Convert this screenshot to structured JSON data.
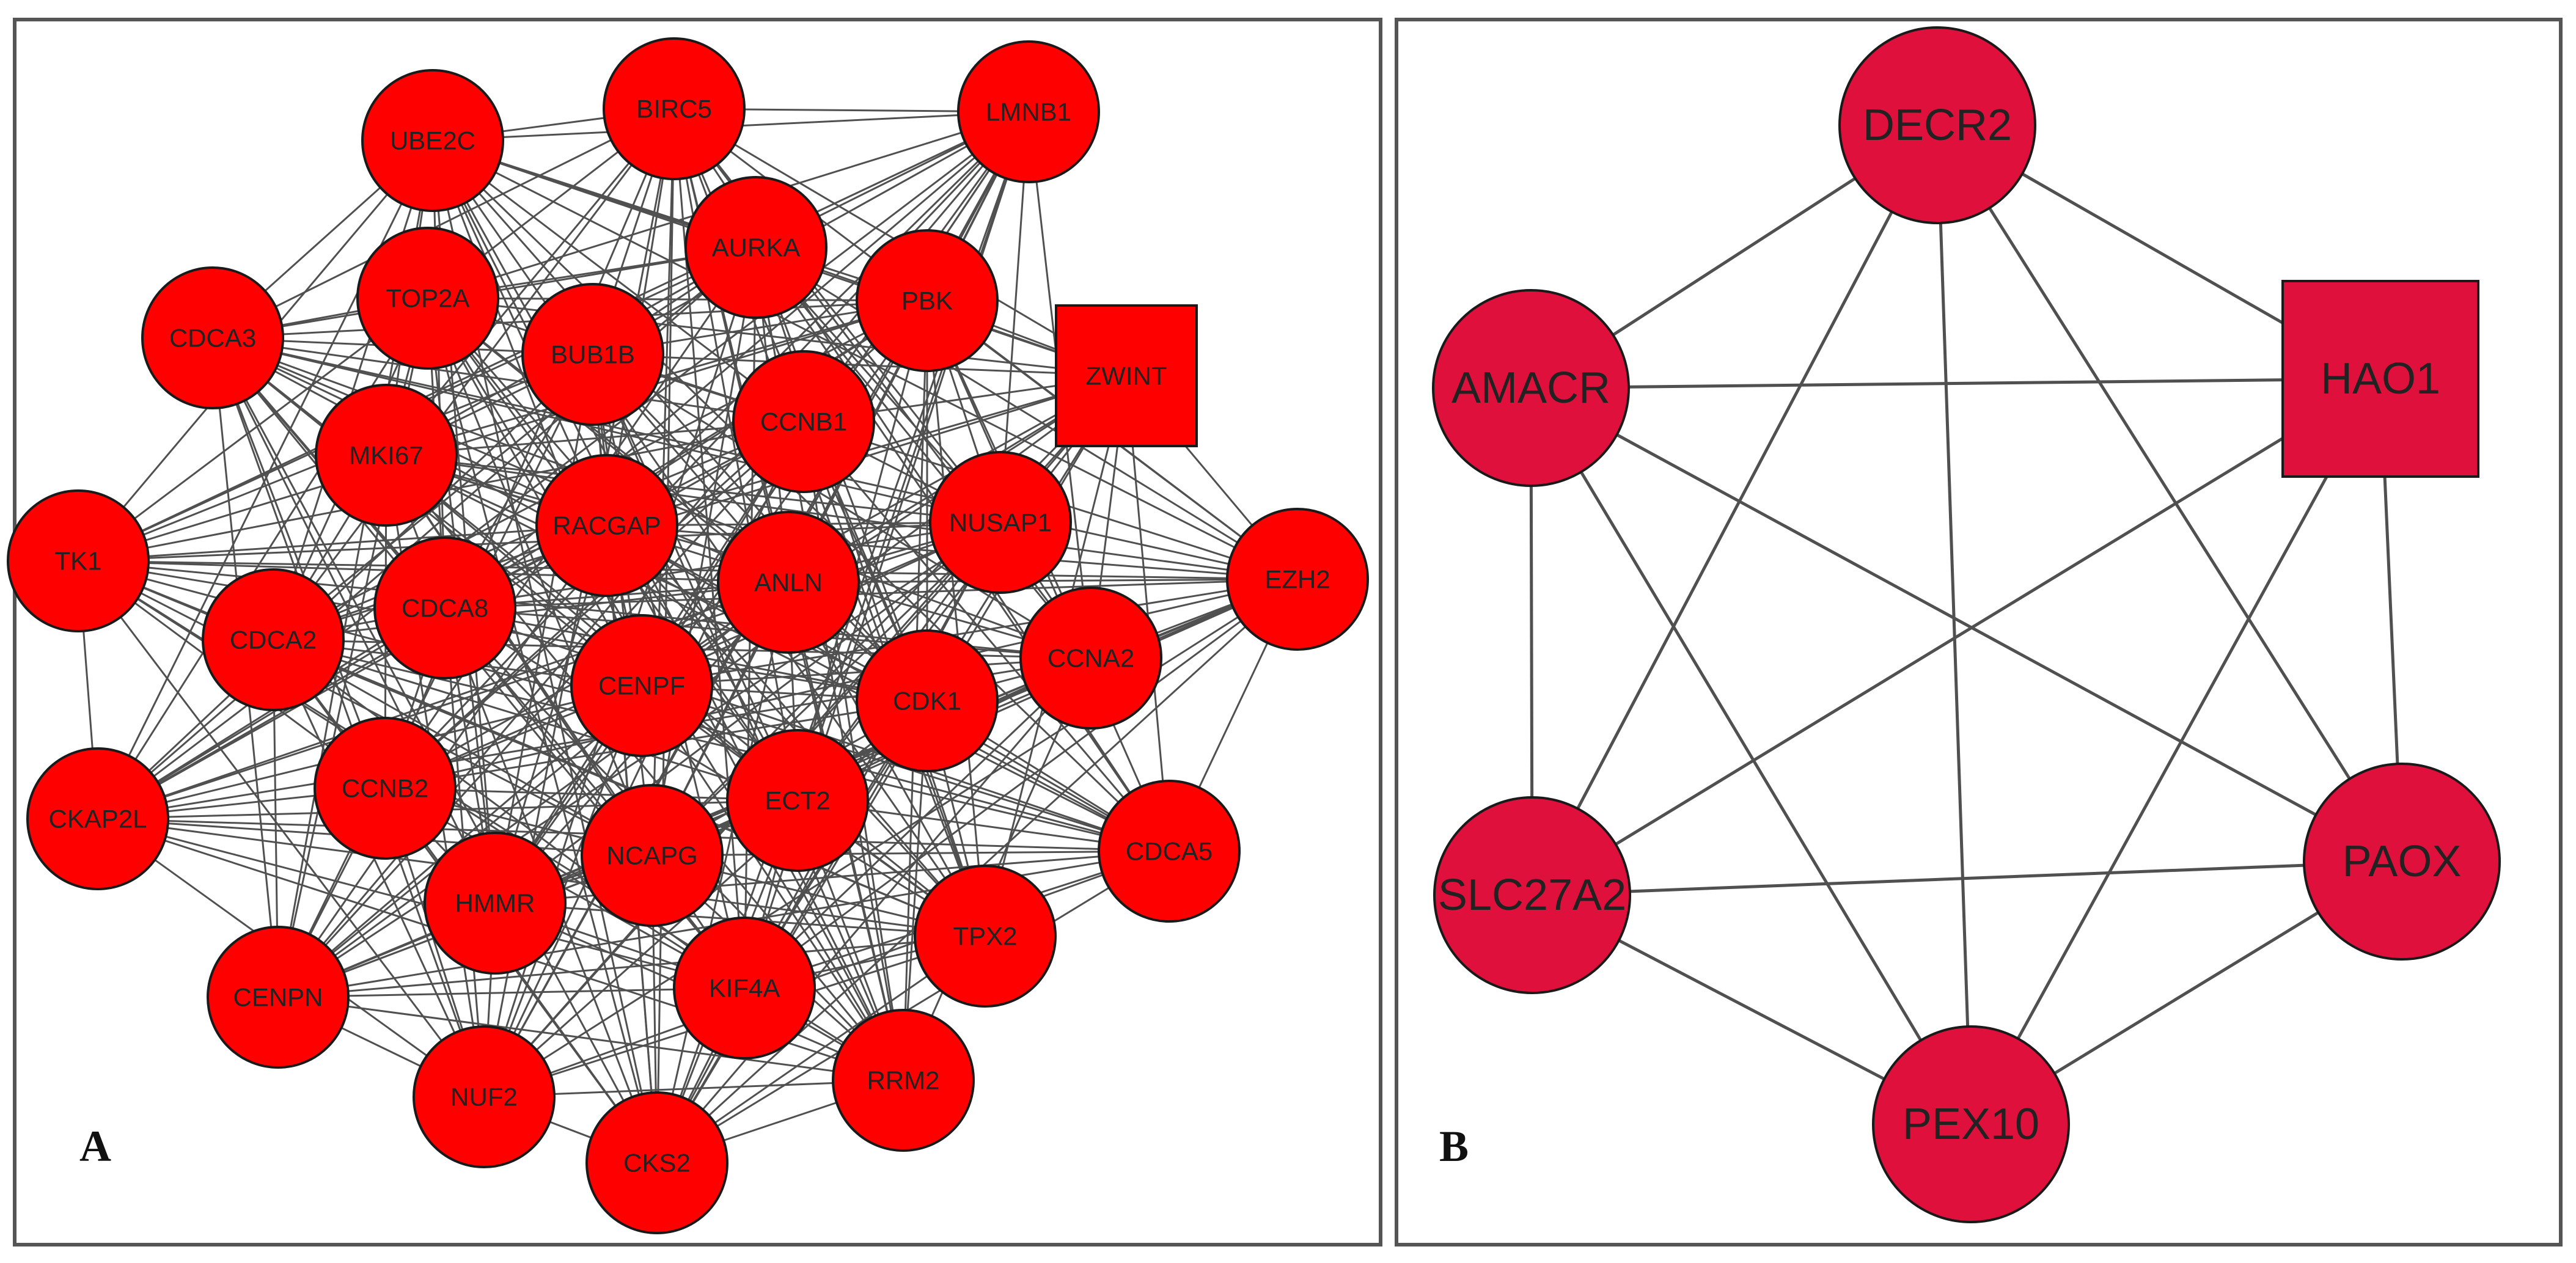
{
  "colors": {
    "panel_a_node": "#ff0000",
    "panel_b_node": "#e0103c",
    "edge": "#505050",
    "node_stroke": "#1a1a1a",
    "panel_border": "#555555",
    "label": "#222222"
  },
  "panels": [
    {
      "letter": "A",
      "nodes": [
        {
          "id": "BIRC5",
          "label": "BIRC5",
          "shape": "circle"
        },
        {
          "id": "LMNB1",
          "label": "LMNB1",
          "shape": "circle"
        },
        {
          "id": "UBE2C",
          "label": "UBE2C",
          "shape": "circle"
        },
        {
          "id": "AURKA",
          "label": "AURKA",
          "shape": "circle"
        },
        {
          "id": "CDCA3",
          "label": "CDCA3",
          "shape": "circle"
        },
        {
          "id": "TOP2A",
          "label": "TOP2A",
          "shape": "circle"
        },
        {
          "id": "PBK",
          "label": "PBK",
          "shape": "circle"
        },
        {
          "id": "ZWINT",
          "label": "ZWINT",
          "shape": "square"
        },
        {
          "id": "BUB1B",
          "label": "BUB1B",
          "shape": "circle"
        },
        {
          "id": "CCNB1",
          "label": "CCNB1",
          "shape": "circle"
        },
        {
          "id": "MKI67",
          "label": "MKI67",
          "shape": "circle"
        },
        {
          "id": "NUSAP1",
          "label": "NUSAP1",
          "shape": "circle"
        },
        {
          "id": "RACGAP",
          "label": "RACGAP",
          "shape": "circle"
        },
        {
          "id": "TK1",
          "label": "TK1",
          "shape": "circle"
        },
        {
          "id": "EZH2",
          "label": "EZH2",
          "shape": "circle"
        },
        {
          "id": "ANLN",
          "label": "ANLN",
          "shape": "circle"
        },
        {
          "id": "CDCA8",
          "label": "CDCA8",
          "shape": "circle"
        },
        {
          "id": "CDCA2",
          "label": "CDCA2",
          "shape": "circle"
        },
        {
          "id": "CCNA2",
          "label": "CCNA2",
          "shape": "circle"
        },
        {
          "id": "CENPF",
          "label": "CENPF",
          "shape": "circle"
        },
        {
          "id": "CDK1",
          "label": "CDK1",
          "shape": "circle"
        },
        {
          "id": "CCNB2",
          "label": "CCNB2",
          "shape": "circle"
        },
        {
          "id": "ECT2",
          "label": "ECT2",
          "shape": "circle"
        },
        {
          "id": "CKAP2L",
          "label": "CKAP2L",
          "shape": "circle"
        },
        {
          "id": "CDCA5",
          "label": "CDCA5",
          "shape": "circle"
        },
        {
          "id": "NCAPG",
          "label": "NCAPG",
          "shape": "circle"
        },
        {
          "id": "HMMR",
          "label": "HMMR",
          "shape": "circle"
        },
        {
          "id": "TPX2",
          "label": "TPX2",
          "shape": "circle"
        },
        {
          "id": "KIF4A",
          "label": "KIF4A",
          "shape": "circle"
        },
        {
          "id": "CENPN",
          "label": "CENPN",
          "shape": "circle"
        },
        {
          "id": "RRM2",
          "label": "RRM2",
          "shape": "circle"
        },
        {
          "id": "NUF2",
          "label": "NUF2",
          "shape": "circle"
        },
        {
          "id": "CKS2",
          "label": "CKS2",
          "shape": "circle"
        }
      ]
    },
    {
      "letter": "B",
      "nodes": [
        {
          "id": "DECR2",
          "label": "DECR2",
          "shape": "circle"
        },
        {
          "id": "HAO1",
          "label": "HAO1",
          "shape": "square"
        },
        {
          "id": "AMACR",
          "label": "AMACR",
          "shape": "circle"
        },
        {
          "id": "SLC27A2",
          "label": "SLC27A2",
          "shape": "circle"
        },
        {
          "id": "PAOX",
          "label": "PAOX",
          "shape": "circle"
        },
        {
          "id": "PEX10",
          "label": "PEX10",
          "shape": "circle"
        }
      ],
      "edges": [
        [
          "DECR2",
          "AMACR"
        ],
        [
          "DECR2",
          "HAO1"
        ],
        [
          "DECR2",
          "SLC27A2"
        ],
        [
          "DECR2",
          "PEX10"
        ],
        [
          "DECR2",
          "PAOX"
        ],
        [
          "AMACR",
          "HAO1"
        ],
        [
          "AMACR",
          "SLC27A2"
        ],
        [
          "AMACR",
          "PEX10"
        ],
        [
          "AMACR",
          "PAOX"
        ],
        [
          "HAO1",
          "SLC27A2"
        ],
        [
          "HAO1",
          "PEX10"
        ],
        [
          "HAO1",
          "PAOX"
        ],
        [
          "SLC27A2",
          "PAOX"
        ],
        [
          "SLC27A2",
          "PEX10"
        ],
        [
          "PAOX",
          "PEX10"
        ]
      ]
    }
  ]
}
